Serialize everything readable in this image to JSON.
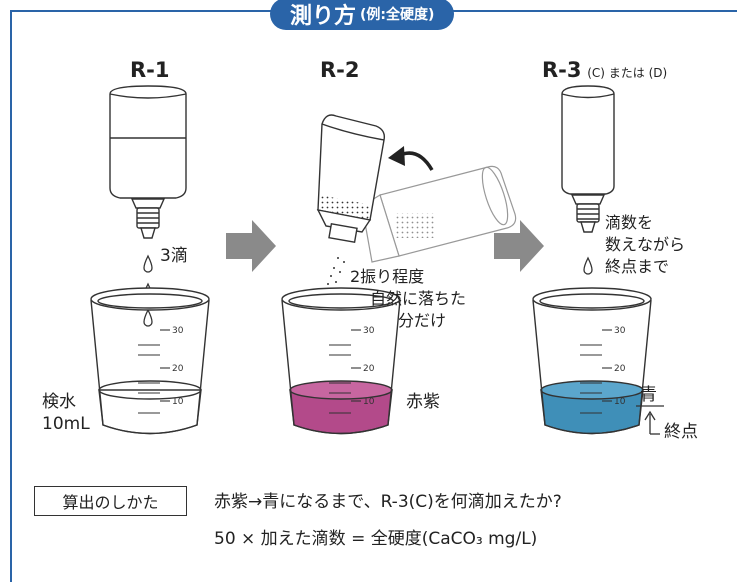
{
  "header": {
    "title": "測り方",
    "subtitle": "(例:全硬度)"
  },
  "reagents": {
    "r1": {
      "label": "R-1",
      "drops": "3滴",
      "sample": "検水",
      "volume": "10mL"
    },
    "r2": {
      "label": "R-2",
      "note1": "2振り程度",
      "note2": "自然に落ちた",
      "note3": "分だけ",
      "color": "赤紫"
    },
    "r3": {
      "label": "R-3",
      "sub": "(C) または (D)",
      "note1": "滴数を",
      "note2": "数えながら",
      "note3": "終点まで",
      "color": "青",
      "endpoint": "終点"
    }
  },
  "scale": {
    "t30": "30",
    "t20": "20",
    "t10": "10"
  },
  "calculation": {
    "label": "算出のしかた",
    "line1": "赤紫→青になるまで、R-3(C)を何滴加えたか?",
    "line2": "50 × 加えた滴数 = 全硬度(CaCO₃ mg/L)"
  },
  "colors": {
    "frame": "#2a64a8",
    "magenta": "#b34a8a",
    "blue": "#3f8fb8",
    "arrow": "#8a8a8a"
  }
}
